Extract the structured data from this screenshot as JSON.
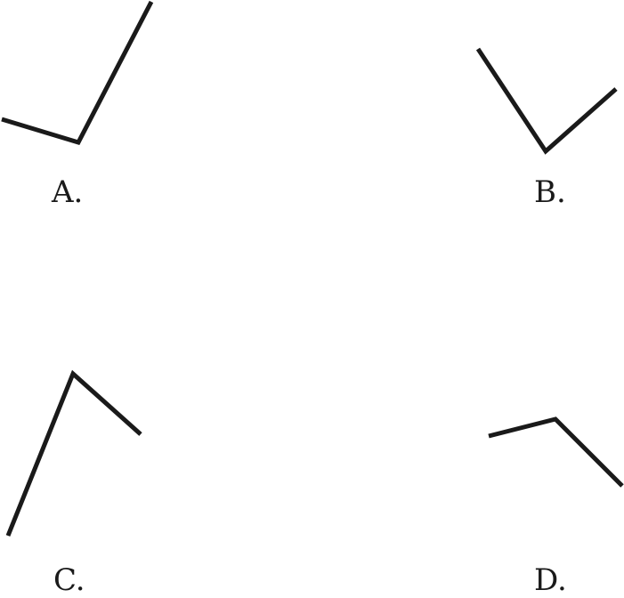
{
  "options": [
    {
      "label": "A."
    },
    {
      "label": "B."
    },
    {
      "label": "C."
    },
    {
      "label": "D."
    }
  ],
  "stroke_color": "#1a1a1a"
}
